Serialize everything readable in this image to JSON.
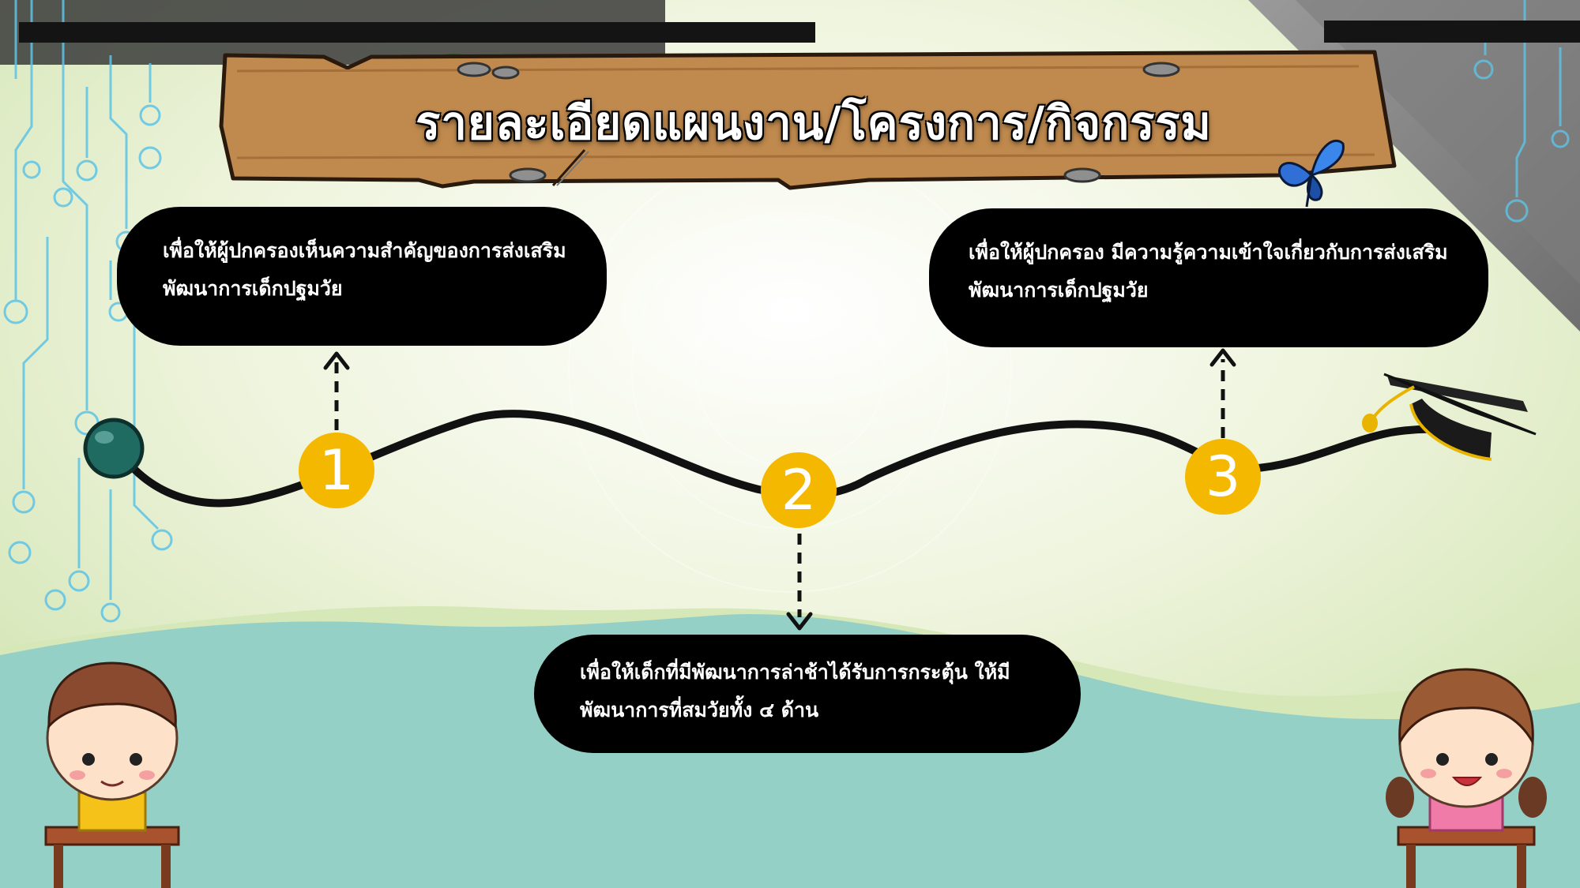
{
  "title": "รายละเอียดแผนงาน/โครงการ/กิจกรรม",
  "colors": {
    "pill": "#000000",
    "marker": "#f5b800",
    "sign_board": "#c08a4e",
    "hill": "#95d0c7",
    "path": "#111111"
  },
  "steps": [
    {
      "number": "1",
      "line1": "เพื่อให้ผู้ปกครองเห็นความสำคัญของการส่งเสริม",
      "line2": "พัฒนาการเด็กปฐมวัย"
    },
    {
      "number": "2",
      "line1": "เพื่อให้เด็กที่มีพัฒนาการล่าช้าได้รับการกระตุ้น ให้มี",
      "line2": "พัฒนาการที่สมวัยทั้ง ๔ ด้าน"
    },
    {
      "number": "3",
      "line1": "เพื่อให้ผู้ปกครอง มีความรู้ความเข้าใจเกี่ยวกับการส่งเสริม",
      "line2": "พัฒนาการเด็กปฐมวัย"
    }
  ],
  "icons": [
    "start-knob-icon",
    "graduation-cap-icon",
    "butterfly-icon",
    "leaf-icon",
    "boy-student-icon",
    "girl-student-icon",
    "circuit-decoration-icon"
  ]
}
